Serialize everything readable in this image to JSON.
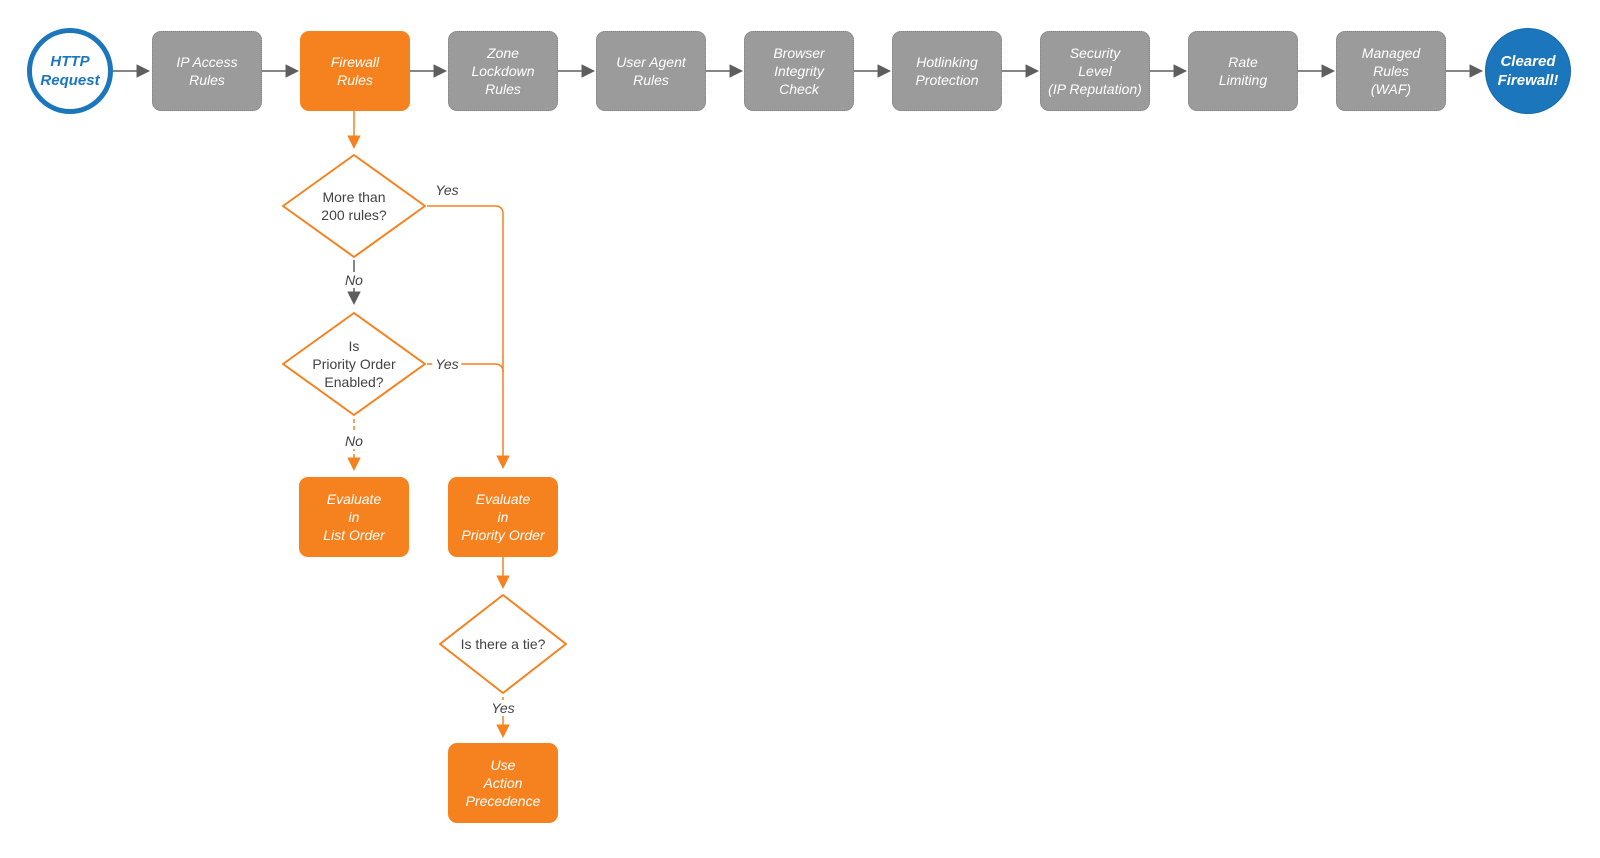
{
  "colors": {
    "orange": "#F6821F",
    "gray_fill": "#9B9B9B",
    "gray_line": "#5E5E5E",
    "blue": "#1B76BC",
    "text_dark": "#424242",
    "white": "#FFFFFF"
  },
  "flow": {
    "start": {
      "label": "HTTP\nRequest"
    },
    "end": {
      "label": "Cleared\nFirewall!"
    },
    "stages": [
      {
        "label": "IP Access\nRules",
        "style": "gray"
      },
      {
        "label": "Firewall\nRules",
        "style": "orange"
      },
      {
        "label": "Zone\nLockdown\nRules",
        "style": "gray"
      },
      {
        "label": "User Agent\nRules",
        "style": "gray"
      },
      {
        "label": "Browser\nIntegrity\nCheck",
        "style": "gray"
      },
      {
        "label": "Hotlinking\nProtection",
        "style": "gray"
      },
      {
        "label": "Security\nLevel\n(IP Reputation)",
        "style": "gray"
      },
      {
        "label": "Rate\nLimiting",
        "style": "gray"
      },
      {
        "label": "Managed\nRules\n(WAF)",
        "style": "gray"
      }
    ],
    "decisions": [
      {
        "label": "More than\n200 rules?"
      },
      {
        "label": "Is\nPriority Order\nEnabled?"
      },
      {
        "label": "Is there a tie?"
      }
    ],
    "actions": [
      {
        "label": "Evaluate\nin\nList Order"
      },
      {
        "label": "Evaluate\nin\nPriority Order"
      },
      {
        "label": "Use\nAction\nPrecedence"
      }
    ],
    "edge_labels": {
      "yes1": "Yes",
      "no1": "No",
      "yes2": "Yes",
      "no2": "No",
      "yes3": "Yes"
    }
  }
}
